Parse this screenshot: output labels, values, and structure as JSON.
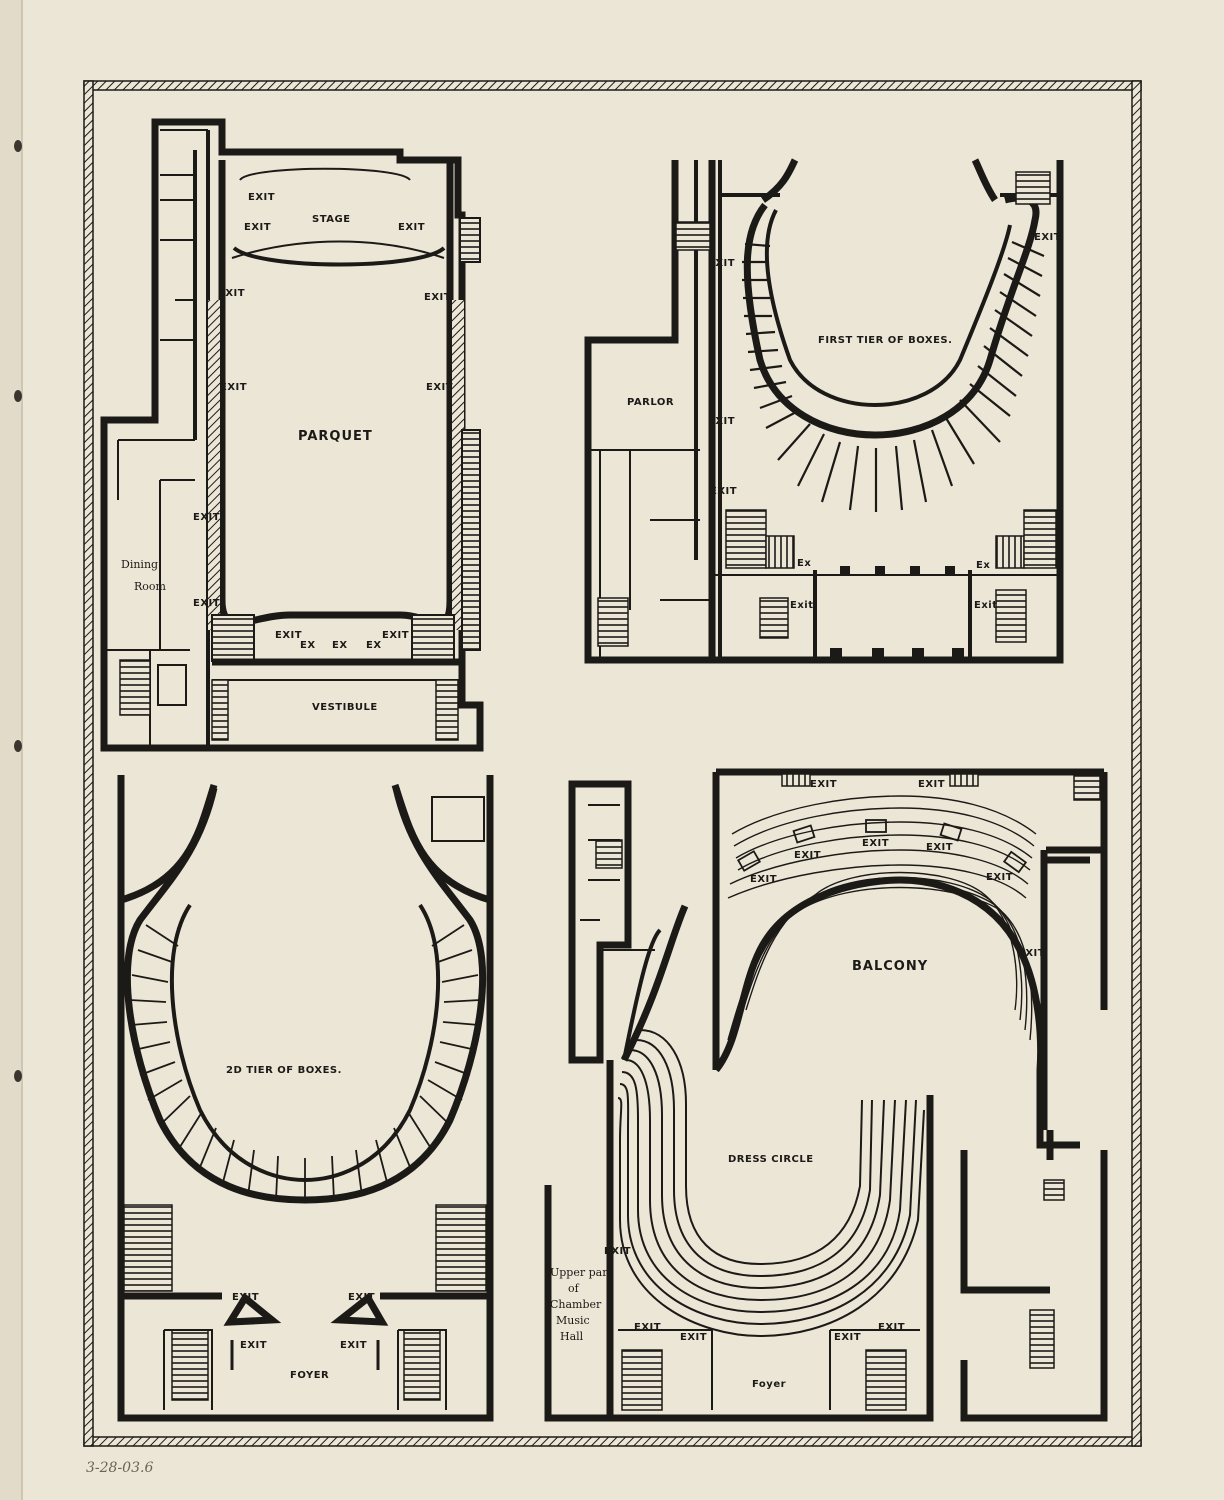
{
  "labels": {
    "stage": "STAGE",
    "parquet": "PARQUET",
    "vestibule": "VESTIBULE",
    "dining_room_1": "Dining",
    "dining_room_2": "Room",
    "parlor": "PARLOR",
    "first_tier": "FIRST TIER OF BOXES.",
    "second_tier": "2D TIER OF BOXES.",
    "balcony": "BALCONY",
    "dress_circle": "DRESS CIRCLE",
    "foyer_left": "FOYER",
    "foyer_right": "Foyer",
    "upper_part_1": "Upper part",
    "upper_part_2": "of",
    "upper_part_3": "Chamber",
    "upper_part_4": "Music",
    "upper_part_5": "Hall",
    "exit": "EXIT",
    "ex": "EX",
    "exit_title": "Exit",
    "ex_title": "Ex"
  },
  "margin_note": "3-28-03.6"
}
